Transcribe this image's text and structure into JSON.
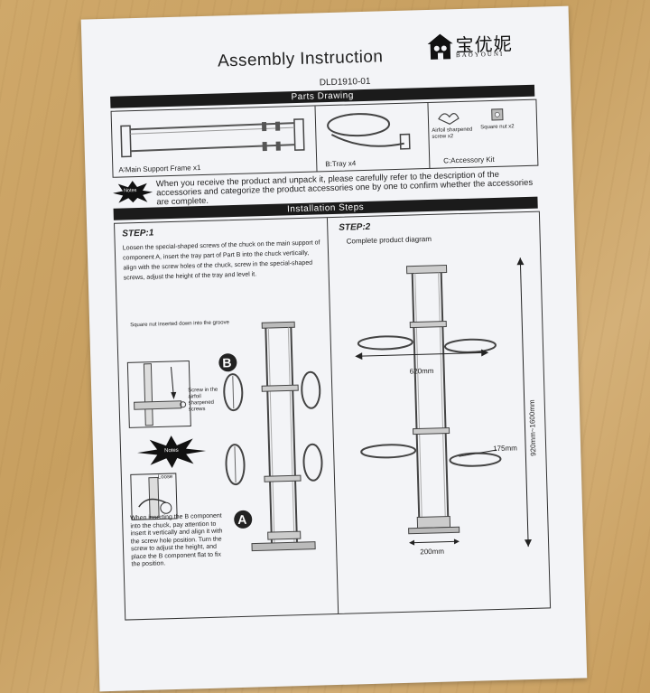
{
  "document": {
    "title": "Assembly Instruction",
    "model": "DLD1910-01",
    "logo": {
      "chinese": "宝优妮",
      "latin": "BAOYOUNI"
    },
    "parts_drawing": {
      "heading": "Parts Drawing",
      "part_a": "A∶Main Support Frame x1",
      "part_b": "B:Tray x4",
      "part_c": "C:Accessory Kit",
      "screw": "Airfoil sharpened screw x2",
      "nut": "Square nut x2"
    },
    "notes": {
      "badge": "Notes",
      "text": "When you receive the product and unpack it,  please carefully refer to the description of the accessories and categorize the product accessories one by one to confirm whether the accessories are complete."
    },
    "installation": {
      "heading": "Installation Steps",
      "step1": {
        "title": "STEP:1",
        "text": "Loosen the special-shaped screws of the chuck on the main support of component A, insert the tray part of Part B into the chuck vertically, align with the screw holes of the chuck, screw in the special-shaped screws, adjust the height of the tray and level it.",
        "square_nut_note": "Square nut inserted down into the groove",
        "screw_note": "Screw in the airfoil sharpened screws",
        "notes_badge": "Notes",
        "loose": "Loose",
        "marker_b": "B",
        "marker_a": "A",
        "insert_note": "When inserting the B component into the chuck,  pay attention to insert it vertically and align it with the screw hole position. Turn the screw to adjust the height,  and place the B component flat to fix the position."
      },
      "step2": {
        "title": "STEP:2",
        "subtitle": "Complete product diagram",
        "width_label": "620mm",
        "height_label": "920mm~1600mm",
        "tray_label": "175mm",
        "base_label": "200mm"
      }
    }
  }
}
